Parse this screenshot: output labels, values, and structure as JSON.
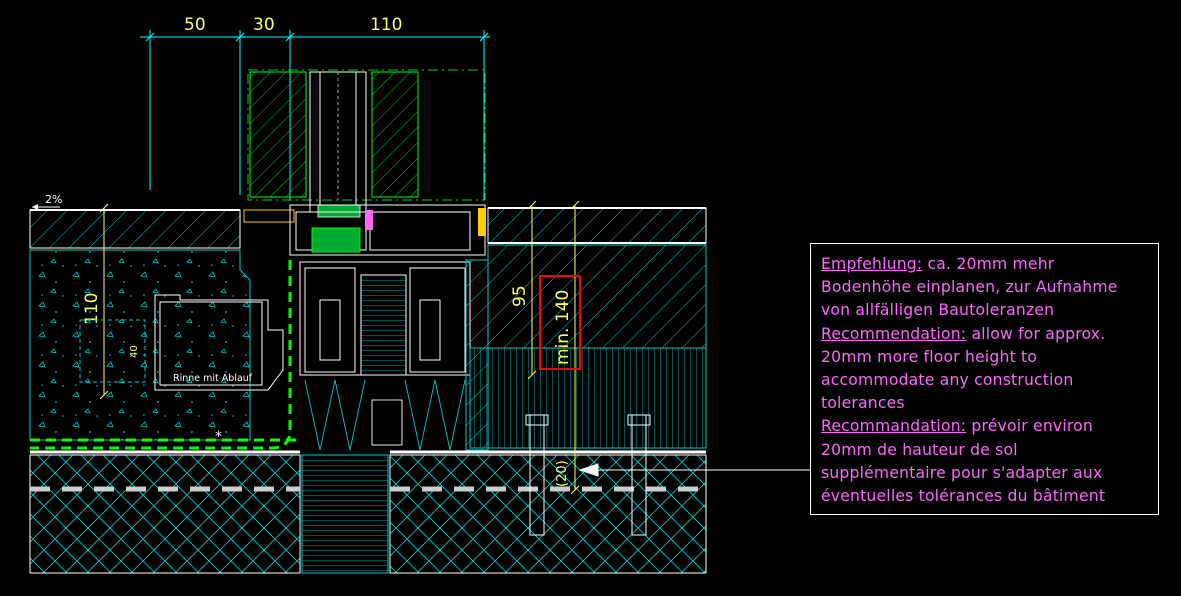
{
  "dimensions": {
    "top": [
      "50",
      "30",
      "110"
    ],
    "height_left": "110",
    "inner": "40",
    "height_right": "95",
    "min_label": "min. 140",
    "gap": "(20)",
    "slope": "2%"
  },
  "labels": {
    "gutter": "Rinne mit Ablauf",
    "asterisk": "*"
  },
  "note": {
    "de_heading": "Empfehlung:",
    "de_line1_rest": " ca. 20mm mehr",
    "de_line2": "Bodenhöhe einplanen, zur Aufnahme",
    "de_line3": "von allfälligen Bautoleranzen",
    "en_heading": "Recommendation:",
    "en_line1_rest": " allow for approx.",
    "en_line2": "20mm more floor height to",
    "en_line3": "accommodate any construction",
    "en_line4": "tolerances",
    "fr_heading": "Recommandation:",
    "fr_line1_rest": " prévoir environ",
    "fr_line2": "20mm de hauteur de sol",
    "fr_line3": "supplémentaire pour s'adapter aux",
    "fr_line4": "éventuelles tolérances du bâtiment"
  },
  "colors": {
    "background": "#000000",
    "cyan": "#00ffff",
    "green": "#00ff00",
    "yellow": "#ffff66",
    "magenta": "#ff66ff",
    "red": "#ff0000",
    "white": "#ffffff"
  }
}
